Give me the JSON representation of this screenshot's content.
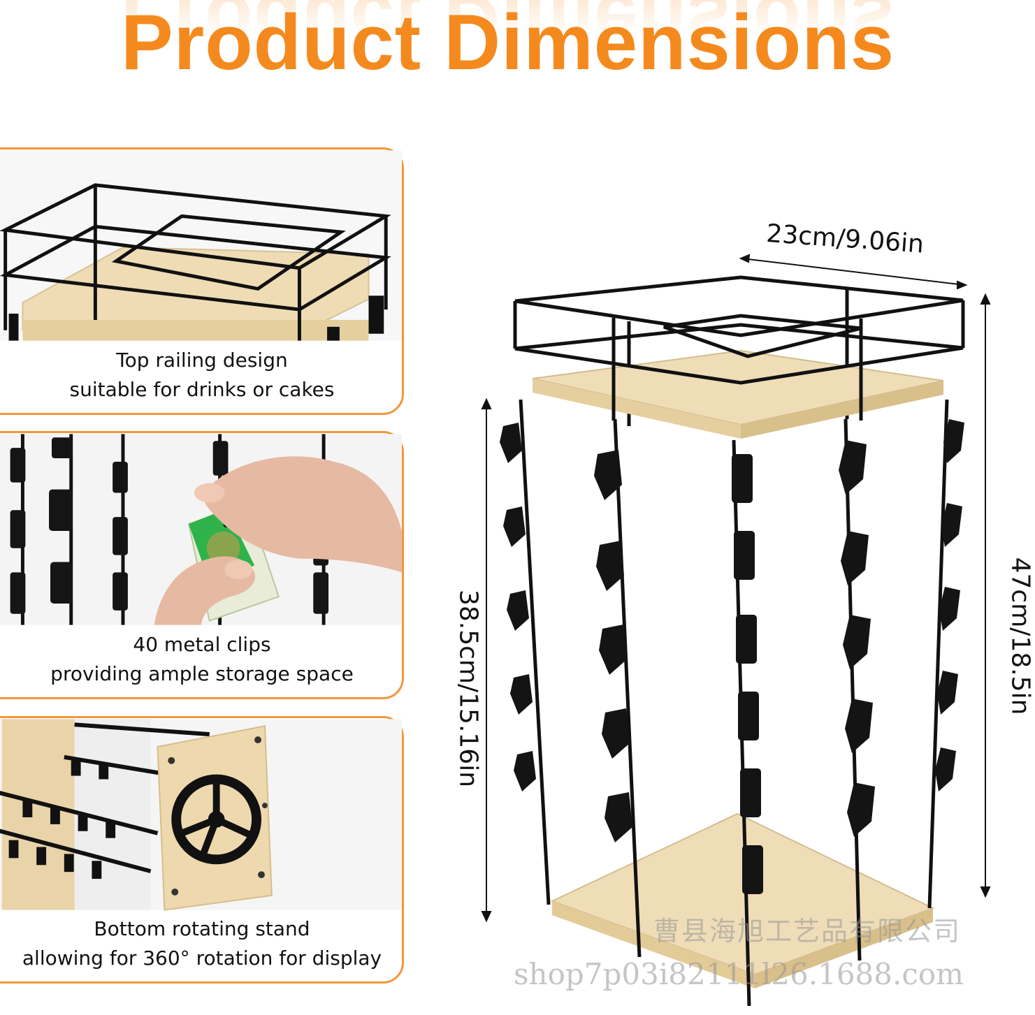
{
  "title": "Product Dimensions",
  "colors": {
    "accent": "#f48a1e",
    "wood": "#efddb8",
    "metal": "#111111"
  },
  "features": [
    {
      "line1": "Top railing design",
      "line2": "suitable for drinks or cakes"
    },
    {
      "line1": "40 metal clips",
      "line2": "providing ample storage space"
    },
    {
      "line1": "Bottom rotating stand",
      "line2": "allowing for 360° rotation for display"
    }
  ],
  "dimensions": {
    "width": "23cm/9.06in",
    "inner_height": "38.5cm/15.16in",
    "total_height": "47cm/18.5in"
  },
  "watermark": {
    "company": "曹县海旭工艺品有限公司",
    "shop": "shop7p03i82111l26.1688.com"
  }
}
